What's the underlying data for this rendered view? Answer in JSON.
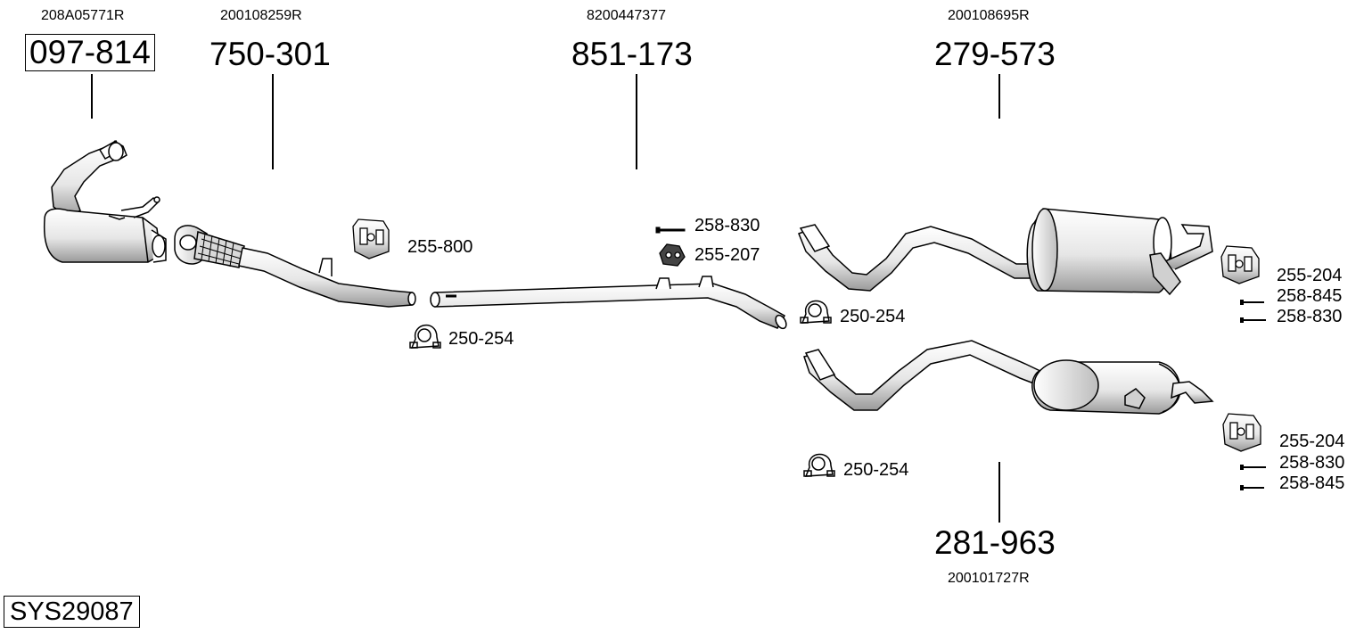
{
  "parts": {
    "p1": {
      "oe": "208A05771R",
      "number": "097-814"
    },
    "p2": {
      "oe": "200108259R",
      "number": "750-301"
    },
    "p3": {
      "oe": "8200447377",
      "number": "851-173"
    },
    "p4": {
      "oe": "200108695R",
      "number": "279-573"
    },
    "p5": {
      "oe": "200101727R",
      "number": "281-963"
    }
  },
  "accessories": {
    "a1": "255-800",
    "a2": "250-254",
    "a3": "258-830",
    "a4": "255-207",
    "a5": "250-254",
    "a6": "255-204",
    "a7": "258-845",
    "a8": "258-830",
    "a9": "250-254",
    "a10": "255-204",
    "a11": "258-830",
    "a12": "258-845"
  },
  "system_id": "SYS29087"
}
